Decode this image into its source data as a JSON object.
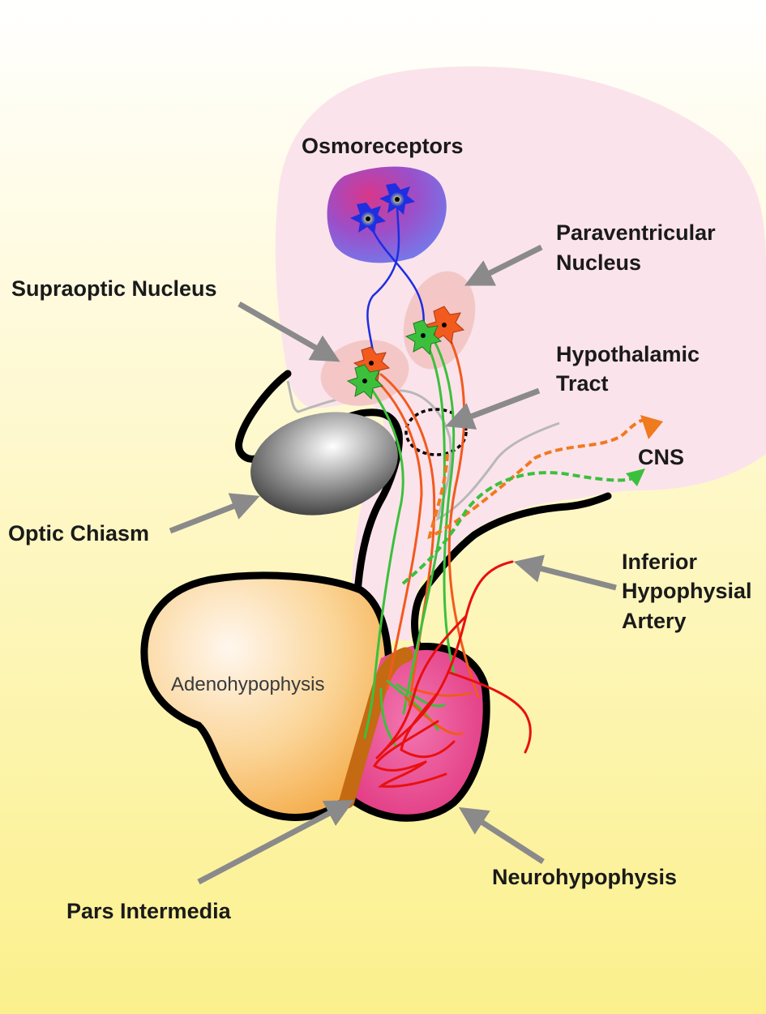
{
  "labels": {
    "osmoreceptors": "Osmoreceptors",
    "paraventricular_1": "Paraventricular",
    "paraventricular_2": "Nucleus",
    "supraoptic": "Supraoptic Nucleus",
    "hypothalamic_1": "Hypothalamic",
    "hypothalamic_2": "Tract",
    "cns": "CNS",
    "optic_chiasm": "Optic Chiasm",
    "inferior_1": "Inferior",
    "inferior_2": "Hypophysial",
    "inferior_3": "Artery",
    "adenohypophysis": "Adenohypophysis",
    "neurohypophysis": "Neurohypophysis",
    "pars_intermedia": "Pars Intermedia"
  },
  "colors": {
    "background_top": "#ffffff",
    "background_bottom": "#fbf08c",
    "hypothalamus": "#fbe3ec",
    "outline": "#000000",
    "osmoreceptor_region": "#8a5ad6",
    "nucleus_region": "#f2b8b8",
    "neuron_orange": "#f25a1e",
    "neuron_green": "#3cc03c",
    "axon_blue": "#1e2ee0",
    "artery_red": "#e81010",
    "adenohypophysis": "#f9c477",
    "neurohypophysis": "#ec4f93",
    "pars_intermedia": "#c46a12",
    "optic_chiasm": "#8c8c8c",
    "arrow_gray": "#8a8a8a"
  }
}
